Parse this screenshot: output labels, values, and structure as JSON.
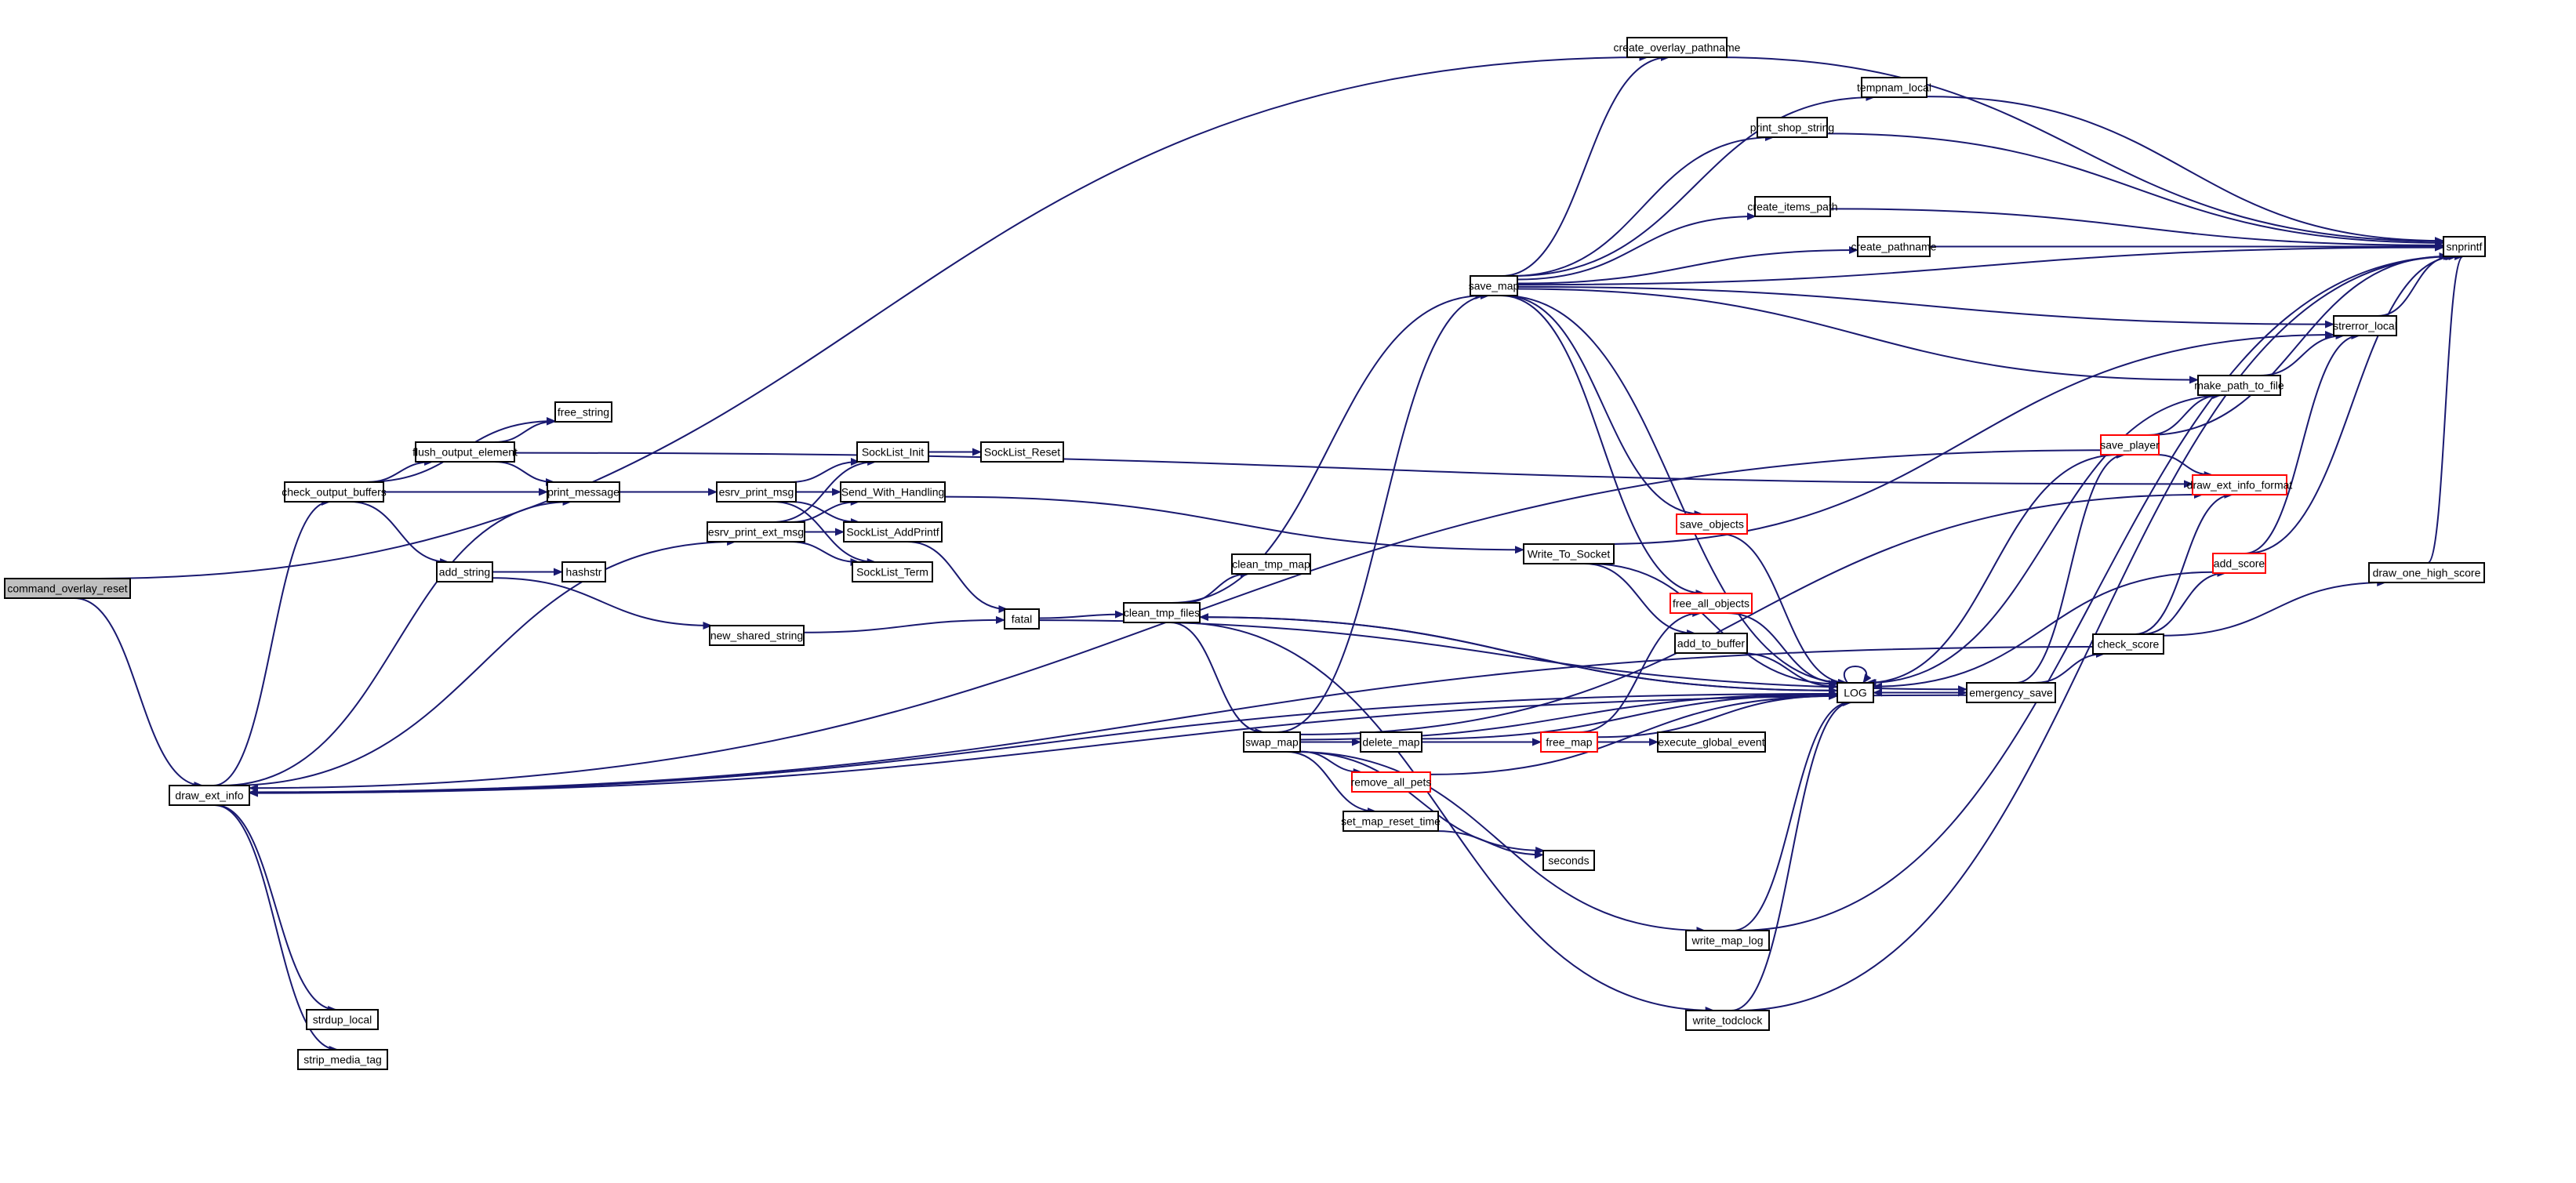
{
  "diagram": {
    "type": "call-graph",
    "root": "command_overlay_reset",
    "colors": {
      "edge": "#191970",
      "node_border": "#000000",
      "truncated_border": "#ff0000",
      "root_fill": "#bfbfbf",
      "node_fill": "#ffffff"
    },
    "nodes": [
      {
        "id": "command_overlay_reset",
        "label": "command_overlay_reset",
        "style": "root"
      },
      {
        "id": "draw_ext_info",
        "label": "draw_ext_info",
        "style": "normal"
      },
      {
        "id": "check_output_buffers",
        "label": "check_output_buffers",
        "style": "normal"
      },
      {
        "id": "free_string",
        "label": "free_string",
        "style": "normal"
      },
      {
        "id": "flush_output_element",
        "label": "flush_output_element",
        "style": "normal"
      },
      {
        "id": "print_message",
        "label": "print_message",
        "style": "normal"
      },
      {
        "id": "add_string",
        "label": "add_string",
        "style": "normal"
      },
      {
        "id": "hashstr",
        "label": "hashstr",
        "style": "normal"
      },
      {
        "id": "new_shared_string",
        "label": "new_shared_string",
        "style": "normal"
      },
      {
        "id": "esrv_print_msg",
        "label": "esrv_print_msg",
        "style": "normal"
      },
      {
        "id": "esrv_print_ext_msg",
        "label": "esrv_print_ext_msg",
        "style": "normal"
      },
      {
        "id": "SockList_Init",
        "label": "SockList_Init",
        "style": "normal"
      },
      {
        "id": "SockList_Reset",
        "label": "SockList_Reset",
        "style": "normal"
      },
      {
        "id": "Send_With_Handling",
        "label": "Send_With_Handling",
        "style": "normal"
      },
      {
        "id": "SockList_AddPrintf",
        "label": "SockList_AddPrintf",
        "style": "normal"
      },
      {
        "id": "SockList_Term",
        "label": "SockList_Term",
        "style": "normal"
      },
      {
        "id": "fatal",
        "label": "fatal",
        "style": "normal"
      },
      {
        "id": "clean_tmp_files",
        "label": "clean_tmp_files",
        "style": "normal"
      },
      {
        "id": "clean_tmp_map",
        "label": "clean_tmp_map",
        "style": "normal"
      },
      {
        "id": "swap_map",
        "label": "swap_map",
        "style": "normal"
      },
      {
        "id": "delete_map",
        "label": "delete_map",
        "style": "normal"
      },
      {
        "id": "remove_all_pets",
        "label": "remove_all_pets",
        "style": "truncated"
      },
      {
        "id": "set_map_reset_time",
        "label": "set_map_reset_time",
        "style": "normal"
      },
      {
        "id": "seconds",
        "label": "seconds",
        "style": "normal"
      },
      {
        "id": "free_map",
        "label": "free_map",
        "style": "truncated"
      },
      {
        "id": "execute_global_event",
        "label": "execute_global_event",
        "style": "normal"
      },
      {
        "id": "save_map",
        "label": "save_map",
        "style": "normal"
      },
      {
        "id": "create_overlay_pathname",
        "label": "create_overlay_pathname",
        "style": "normal"
      },
      {
        "id": "tempnam_local",
        "label": "tempnam_local",
        "style": "normal"
      },
      {
        "id": "print_shop_string",
        "label": "print_shop_string",
        "style": "normal"
      },
      {
        "id": "create_items_path",
        "label": "create_items_path",
        "style": "normal"
      },
      {
        "id": "create_pathname",
        "label": "create_pathname",
        "style": "normal"
      },
      {
        "id": "save_objects",
        "label": "save_objects",
        "style": "truncated"
      },
      {
        "id": "free_all_objects",
        "label": "free_all_objects",
        "style": "truncated"
      },
      {
        "id": "Write_To_Socket",
        "label": "Write_To_Socket",
        "style": "normal"
      },
      {
        "id": "add_to_buffer",
        "label": "add_to_buffer",
        "style": "normal"
      },
      {
        "id": "LOG",
        "label": "LOG",
        "style": "normal"
      },
      {
        "id": "emergency_save",
        "label": "emergency_save",
        "style": "normal"
      },
      {
        "id": "check_score",
        "label": "check_score",
        "style": "normal"
      },
      {
        "id": "add_score",
        "label": "add_score",
        "style": "truncated"
      },
      {
        "id": "draw_one_high_score",
        "label": "draw_one_high_score",
        "style": "normal"
      },
      {
        "id": "save_player",
        "label": "save_player",
        "style": "truncated"
      },
      {
        "id": "make_path_to_file",
        "label": "make_path_to_file",
        "style": "normal"
      },
      {
        "id": "draw_ext_info_format",
        "label": "draw_ext_info_format",
        "style": "truncated"
      },
      {
        "id": "strerror_local",
        "label": "strerror_local",
        "style": "normal"
      },
      {
        "id": "snprintf",
        "label": "snprintf",
        "style": "normal"
      },
      {
        "id": "write_map_log",
        "label": "write_map_log",
        "style": "normal"
      },
      {
        "id": "write_todclock",
        "label": "write_todclock",
        "style": "normal"
      },
      {
        "id": "strdup_local",
        "label": "strdup_local",
        "style": "normal"
      },
      {
        "id": "strip_media_tag",
        "label": "strip_media_tag",
        "style": "normal"
      }
    ],
    "edges": [
      [
        "command_overlay_reset",
        "draw_ext_info"
      ],
      [
        "command_overlay_reset",
        "create_overlay_pathname"
      ],
      [
        "draw_ext_info",
        "check_output_buffers"
      ],
      [
        "draw_ext_info",
        "print_message"
      ],
      [
        "draw_ext_info",
        "esrv_print_ext_msg"
      ],
      [
        "draw_ext_info",
        "strdup_local"
      ],
      [
        "draw_ext_info",
        "strip_media_tag"
      ],
      [
        "draw_ext_info",
        "LOG"
      ],
      [
        "check_output_buffers",
        "free_string"
      ],
      [
        "check_output_buffers",
        "flush_output_element"
      ],
      [
        "check_output_buffers",
        "print_message"
      ],
      [
        "check_output_buffers",
        "add_string"
      ],
      [
        "flush_output_element",
        "free_string"
      ],
      [
        "flush_output_element",
        "print_message"
      ],
      [
        "flush_output_element",
        "draw_ext_info_format"
      ],
      [
        "print_message",
        "esrv_print_msg"
      ],
      [
        "add_string",
        "hashstr"
      ],
      [
        "add_string",
        "new_shared_string"
      ],
      [
        "new_shared_string",
        "fatal"
      ],
      [
        "esrv_print_msg",
        "SockList_Init"
      ],
      [
        "esrv_print_msg",
        "Send_With_Handling"
      ],
      [
        "esrv_print_msg",
        "SockList_AddPrintf"
      ],
      [
        "esrv_print_msg",
        "SockList_Term"
      ],
      [
        "esrv_print_ext_msg",
        "SockList_Init"
      ],
      [
        "esrv_print_ext_msg",
        "Send_With_Handling"
      ],
      [
        "esrv_print_ext_msg",
        "SockList_AddPrintf"
      ],
      [
        "esrv_print_ext_msg",
        "SockList_Term"
      ],
      [
        "SockList_Init",
        "SockList_Reset"
      ],
      [
        "Send_With_Handling",
        "Write_To_Socket"
      ],
      [
        "SockList_AddPrintf",
        "fatal"
      ],
      [
        "fatal",
        "clean_tmp_files"
      ],
      [
        "fatal",
        "emergency_save"
      ],
      [
        "clean_tmp_files",
        "clean_tmp_map"
      ],
      [
        "clean_tmp_files",
        "swap_map"
      ],
      [
        "clean_tmp_files",
        "save_map"
      ],
      [
        "clean_tmp_files",
        "LOG"
      ],
      [
        "clean_tmp_files",
        "write_todclock"
      ],
      [
        "swap_map",
        "delete_map"
      ],
      [
        "swap_map",
        "free_map"
      ],
      [
        "swap_map",
        "remove_all_pets"
      ],
      [
        "swap_map",
        "set_map_reset_time"
      ],
      [
        "swap_map",
        "seconds"
      ],
      [
        "swap_map",
        "execute_global_event"
      ],
      [
        "swap_map",
        "save_map"
      ],
      [
        "swap_map",
        "LOG"
      ],
      [
        "swap_map",
        "write_map_log"
      ],
      [
        "swap_map",
        "draw_ext_info_format"
      ],
      [
        "delete_map",
        "free_map"
      ],
      [
        "delete_map",
        "LOG"
      ],
      [
        "remove_all_pets",
        "LOG"
      ],
      [
        "set_map_reset_time",
        "seconds"
      ],
      [
        "free_map",
        "execute_global_event"
      ],
      [
        "free_map",
        "free_all_objects"
      ],
      [
        "free_map",
        "LOG"
      ],
      [
        "save_map",
        "create_overlay_pathname"
      ],
      [
        "save_map",
        "tempnam_local"
      ],
      [
        "save_map",
        "print_shop_string"
      ],
      [
        "save_map",
        "create_items_path"
      ],
      [
        "save_map",
        "create_pathname"
      ],
      [
        "save_map",
        "snprintf"
      ],
      [
        "save_map",
        "strerror_local"
      ],
      [
        "save_map",
        "make_path_to_file"
      ],
      [
        "save_map",
        "save_objects"
      ],
      [
        "save_map",
        "free_all_objects"
      ],
      [
        "save_map",
        "LOG"
      ],
      [
        "create_overlay_pathname",
        "snprintf"
      ],
      [
        "tempnam_local",
        "snprintf"
      ],
      [
        "print_shop_string",
        "snprintf"
      ],
      [
        "create_items_path",
        "snprintf"
      ],
      [
        "create_pathname",
        "snprintf"
      ],
      [
        "save_objects",
        "LOG"
      ],
      [
        "free_all_objects",
        "LOG"
      ],
      [
        "Write_To_Socket",
        "LOG"
      ],
      [
        "Write_To_Socket",
        "add_to_buffer"
      ],
      [
        "Write_To_Socket",
        "strerror_local"
      ],
      [
        "add_to_buffer",
        "LOG"
      ],
      [
        "LOG",
        "LOG"
      ],
      [
        "LOG",
        "emergency_save"
      ],
      [
        "LOG",
        "clean_tmp_files"
      ],
      [
        "emergency_save",
        "LOG"
      ],
      [
        "emergency_save",
        "check_score"
      ],
      [
        "emergency_save",
        "save_player"
      ],
      [
        "emergency_save",
        "draw_ext_info"
      ],
      [
        "check_score",
        "add_score"
      ],
      [
        "check_score",
        "draw_one_high_score"
      ],
      [
        "check_score",
        "draw_ext_info_format"
      ],
      [
        "check_score",
        "draw_ext_info"
      ],
      [
        "add_score",
        "strerror_local"
      ],
      [
        "add_score",
        "snprintf"
      ],
      [
        "add_score",
        "LOG"
      ],
      [
        "draw_one_high_score",
        "snprintf"
      ],
      [
        "save_player",
        "make_path_to_file"
      ],
      [
        "save_player",
        "draw_ext_info_format"
      ],
      [
        "save_player",
        "snprintf"
      ],
      [
        "save_player",
        "LOG"
      ],
      [
        "save_player",
        "draw_ext_info"
      ],
      [
        "make_path_to_file",
        "strerror_local"
      ],
      [
        "make_path_to_file",
        "LOG"
      ],
      [
        "strerror_local",
        "snprintf"
      ],
      [
        "write_map_log",
        "LOG"
      ],
      [
        "write_map_log",
        "snprintf"
      ],
      [
        "write_todclock",
        "LOG"
      ],
      [
        "write_todclock",
        "snprintf"
      ]
    ]
  }
}
